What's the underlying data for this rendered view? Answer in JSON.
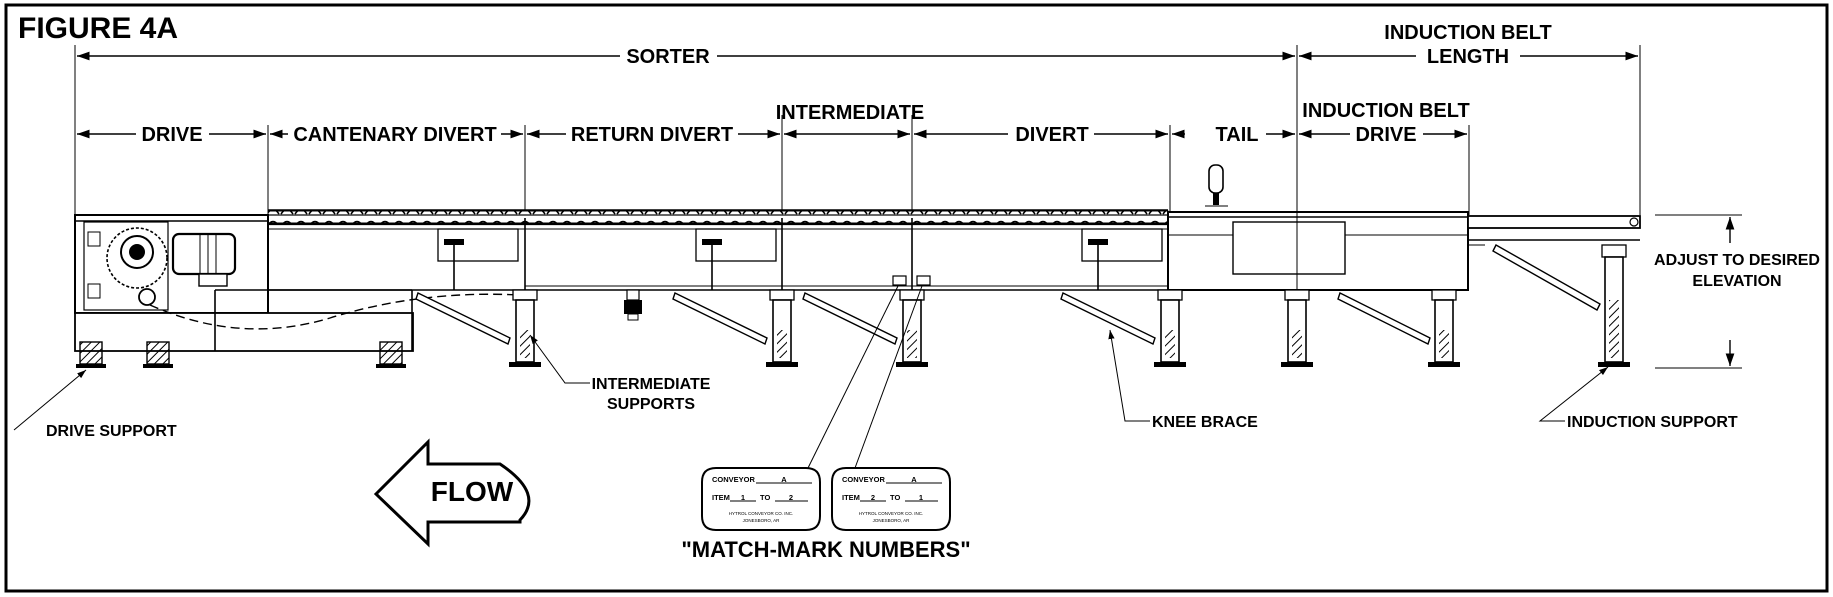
{
  "figure_title": "FIGURE 4A",
  "dimensions": {
    "sorter": "SORTER",
    "induction_belt_length_line1": "INDUCTION BELT",
    "induction_belt_length_line2": "LENGTH",
    "drive": "DRIVE",
    "cantenary_divert": "CANTENARY DIVERT",
    "return_divert": "RETURN DIVERT",
    "intermediate": "INTERMEDIATE",
    "divert": "DIVERT",
    "tail": "TAIL",
    "induction_belt_drive_line1": "INDUCTION BELT",
    "induction_belt_drive_line2": "DRIVE",
    "adjust_line1": "ADJUST TO DESIRED",
    "adjust_line2": "ELEVATION"
  },
  "callouts": {
    "drive_support": "DRIVE SUPPORT",
    "intermediate_supports_line1": "INTERMEDIATE",
    "intermediate_supports_line2": "SUPPORTS",
    "knee_brace": "KNEE BRACE",
    "induction_support": "INDUCTION SUPPORT"
  },
  "flow_label": "FLOW",
  "match_mark_caption": "\"MATCH-MARK NUMBERS\"",
  "tags": [
    {
      "conveyor_label": "CONVEYOR",
      "conveyor_value": "A",
      "item_label": "ITEM",
      "item_from": "1",
      "to_label": "TO",
      "item_to": "2",
      "company": "HYTROL CONVEYOR CO. INC.",
      "city": "JONESBORO, AR"
    },
    {
      "conveyor_label": "CONVEYOR",
      "conveyor_value": "A",
      "item_label": "ITEM",
      "item_from": "2",
      "to_label": "TO",
      "item_to": "1",
      "company": "HYTROL CONVEYOR CO. INC.",
      "city": "JONESBORO, AR"
    }
  ]
}
